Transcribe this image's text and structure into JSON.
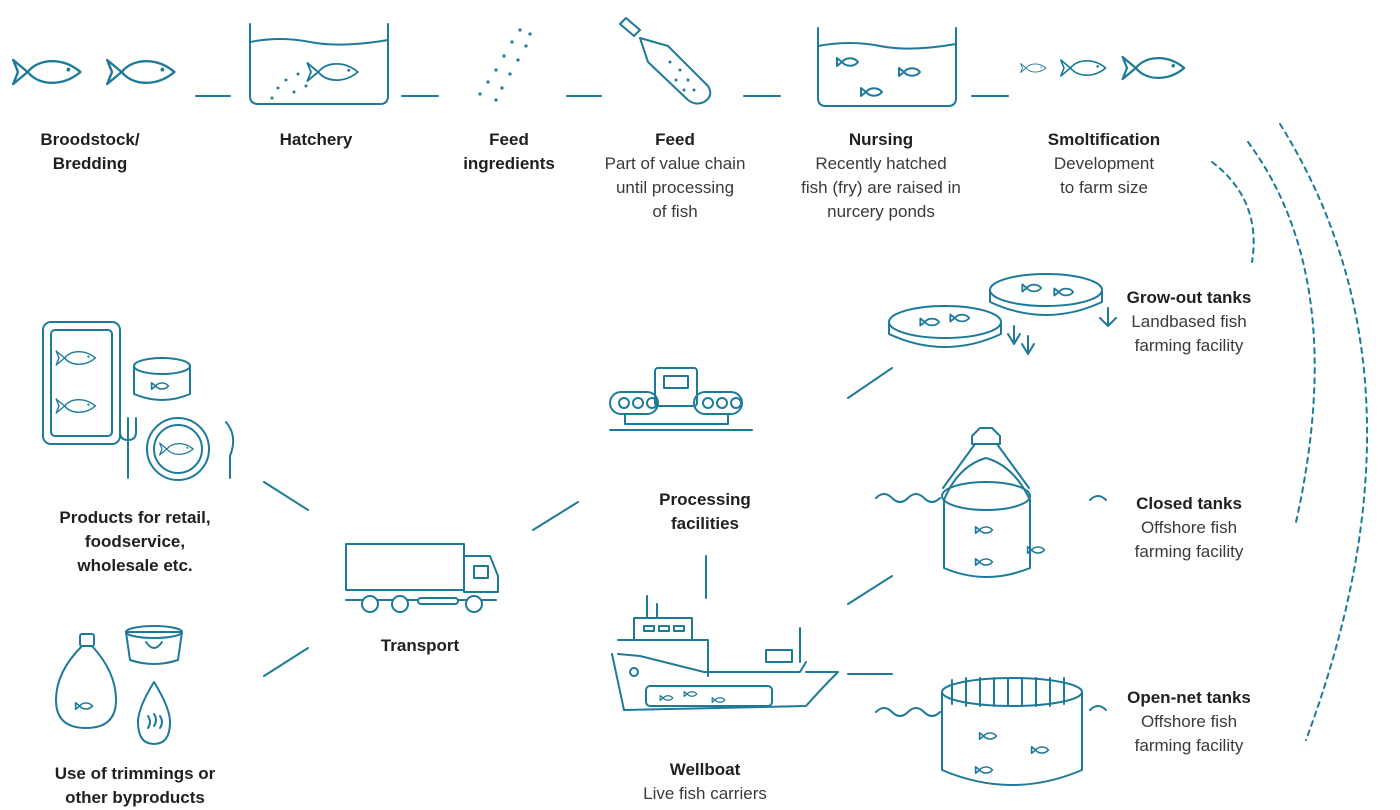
{
  "stages": [
    {
      "id": "broodstock",
      "title": "Broodstock/\nBredding",
      "sub": ""
    },
    {
      "id": "hatchery",
      "title": "Hatchery",
      "sub": ""
    },
    {
      "id": "feed-ingredients",
      "title": "Feed\ningredients",
      "sub": ""
    },
    {
      "id": "feed",
      "title": "Feed",
      "sub": "Part of value chain\nuntil processing\nof fish"
    },
    {
      "id": "nursing",
      "title": "Nursing",
      "sub": "Recently hatched\nfish (fry) are raised in\nnurcery ponds"
    },
    {
      "id": "smoltification",
      "title": "Smoltification",
      "sub": "Development\nto farm size"
    },
    {
      "id": "grow-out",
      "title": "Grow-out tanks",
      "sub": "Landbased fish\nfarming facility"
    },
    {
      "id": "closed",
      "title": "Closed tanks",
      "sub": "Offshore fish\nfarming facility"
    },
    {
      "id": "open-net",
      "title": "Open-net tanks",
      "sub": "Offshore fish\nfarming facility"
    },
    {
      "id": "processing",
      "title": "Processing\nfacilities",
      "sub": ""
    },
    {
      "id": "wellboat",
      "title": "Wellboat",
      "sub": "Live fish carriers"
    },
    {
      "id": "transport",
      "title": "Transport",
      "sub": ""
    },
    {
      "id": "products",
      "title": "Products for retail,\nfoodservice,\nwholesale etc.",
      "sub": ""
    },
    {
      "id": "trimmings",
      "title": "Use of trimmings or\nother byproducts",
      "sub": ""
    }
  ],
  "colors": {
    "line": "#1d7a99",
    "text": "#1f1f1f"
  },
  "icons": [
    "fish-pair-icon",
    "hatchery-tank-icon",
    "feed-particles-icon",
    "feed-scoop-icon",
    "nursing-tank-icon",
    "fish-sizes-icon",
    "grow-out-tanks-icon",
    "closed-tank-icon",
    "open-net-tank-icon",
    "processing-conveyor-icon",
    "wellboat-icon",
    "truck-icon",
    "retail-products-icon",
    "byproducts-icon"
  ]
}
